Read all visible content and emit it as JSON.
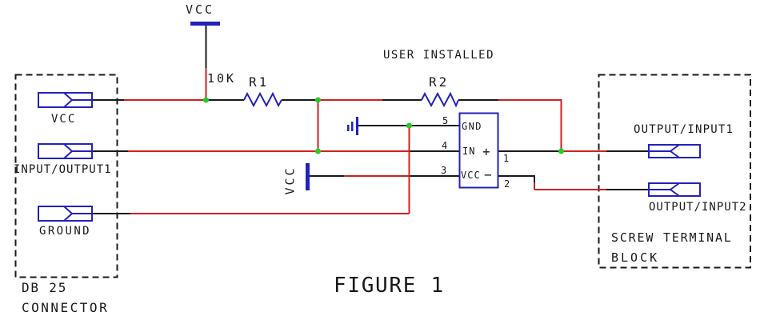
{
  "colors": {
    "background": "#ffffff",
    "wire_black": "#1a1a1a",
    "wire_red": "#cc2222",
    "component_blue": "#2222bb",
    "junction_green": "#22cc22",
    "text": "#181818"
  },
  "labels": {
    "vcc_rail": "VCC",
    "vcc_supply": "VCC",
    "user_installed": "USER INSTALLED",
    "figure_caption": "FIGURE 1"
  },
  "resistors": {
    "r1": {
      "ref": "R1",
      "value": "10K"
    },
    "r2": {
      "ref": "R2"
    }
  },
  "db25_connector": {
    "title_line1": "DB 25",
    "title_line2": "CONNECTOR",
    "pins": [
      {
        "label": "VCC"
      },
      {
        "label": "INPUT/OUTPUT1"
      },
      {
        "label": "GROUND"
      }
    ]
  },
  "screw_terminal_block": {
    "title_line1": "SCREW TERMINAL",
    "title_line2": "BLOCK",
    "terminals": [
      {
        "label": "OUTPUT/INPUT1"
      },
      {
        "label": "OUTPUT/INPUT2"
      }
    ]
  },
  "ic": {
    "left_pins": [
      {
        "number": "5",
        "name": "GND"
      },
      {
        "number": "4",
        "name": "IN",
        "polarity": "+"
      },
      {
        "number": "3",
        "name": "VCC",
        "polarity": "−"
      }
    ],
    "right_pins": [
      {
        "number": "1"
      },
      {
        "number": "2"
      }
    ]
  }
}
